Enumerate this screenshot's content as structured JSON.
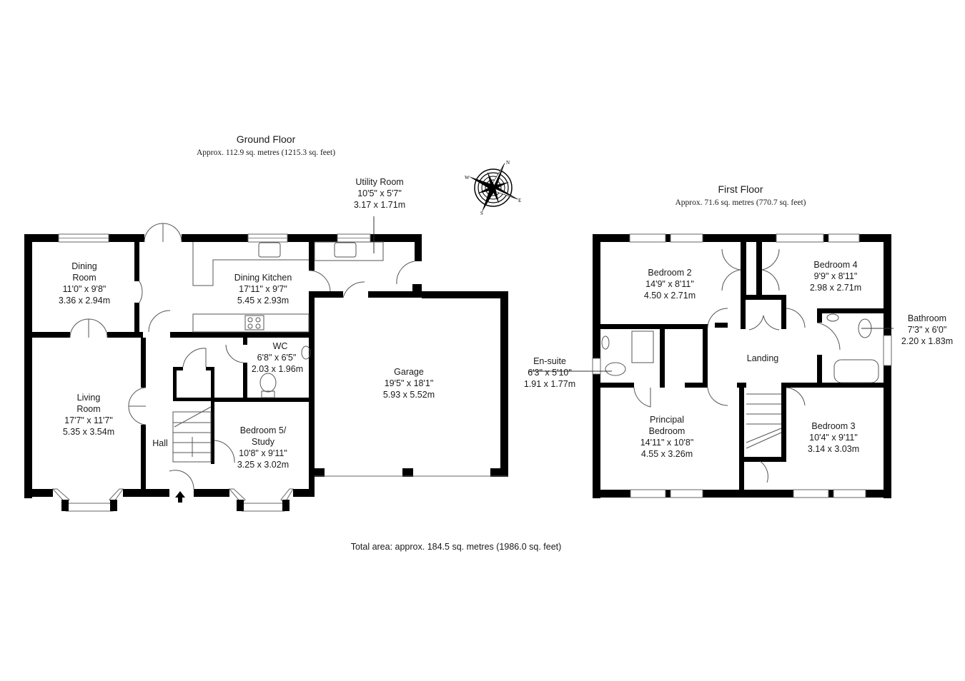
{
  "ground_floor": {
    "title": "Ground Floor",
    "area": "Approx. 112.9 sq. metres (1215.3 sq. feet)",
    "rooms": {
      "dining_room": {
        "name1": "Dining",
        "name2": "Room",
        "imperial": "11'0\" x 9'8\"",
        "metric": "3.36 x 2.94m"
      },
      "dining_kitchen": {
        "name": "Dining Kitchen",
        "imperial": "17'11\" x 9'7\"",
        "metric": "5.45 x 2.93m"
      },
      "utility_room": {
        "name": "Utility Room",
        "imperial": "10'5\" x 5'7\"",
        "metric": "3.17 x 1.71m"
      },
      "wc": {
        "name": "WC",
        "imperial": "6'8\" x 6'5\"",
        "metric": "2.03 x 1.96m"
      },
      "living_room": {
        "name1": "Living",
        "name2": "Room",
        "imperial": "17'7\" x 11'7\"",
        "metric": "5.35 x 3.54m"
      },
      "hall": {
        "name": "Hall"
      },
      "bedroom5": {
        "name1": "Bedroom 5/",
        "name2": "Study",
        "imperial": "10'8\" x 9'11\"",
        "metric": "3.25 x 3.02m"
      },
      "garage": {
        "name": "Garage",
        "imperial": "19'5\" x 18'1\"",
        "metric": "5.93 x 5.52m"
      }
    }
  },
  "first_floor": {
    "title": "First Floor",
    "area": "Approx. 71.6 sq. metres (770.7 sq. feet)",
    "rooms": {
      "bedroom2": {
        "name": "Bedroom 2",
        "imperial": "14'9\" x 8'11\"",
        "metric": "4.50 x 2.71m"
      },
      "bedroom4": {
        "name": "Bedroom 4",
        "imperial": "9'9\" x 8'11\"",
        "metric": "2.98 x 2.71m"
      },
      "bathroom": {
        "name": "Bathroom",
        "imperial": "7'3\" x 6'0\"",
        "metric": "2.20 x 1.83m"
      },
      "ensuite": {
        "name": "En-suite",
        "imperial": "6'3\" x 5'10\"",
        "metric": "1.91 x 1.77m"
      },
      "landing": {
        "name": "Landing"
      },
      "principal": {
        "name1": "Principal",
        "name2": "Bedroom",
        "imperial": "14'11\" x 10'8\"",
        "metric": "4.55 x 3.26m"
      },
      "bedroom3": {
        "name": "Bedroom 3",
        "imperial": "10'4\" x 9'11\"",
        "metric": "3.14 x 3.03m"
      }
    }
  },
  "total_area": "Total area: approx. 184.5 sq. metres (1986.0 sq. feet)",
  "compass": {
    "icon": "compass-rose-icon",
    "north": "N",
    "south": "S",
    "west": "W",
    "east": "E"
  }
}
